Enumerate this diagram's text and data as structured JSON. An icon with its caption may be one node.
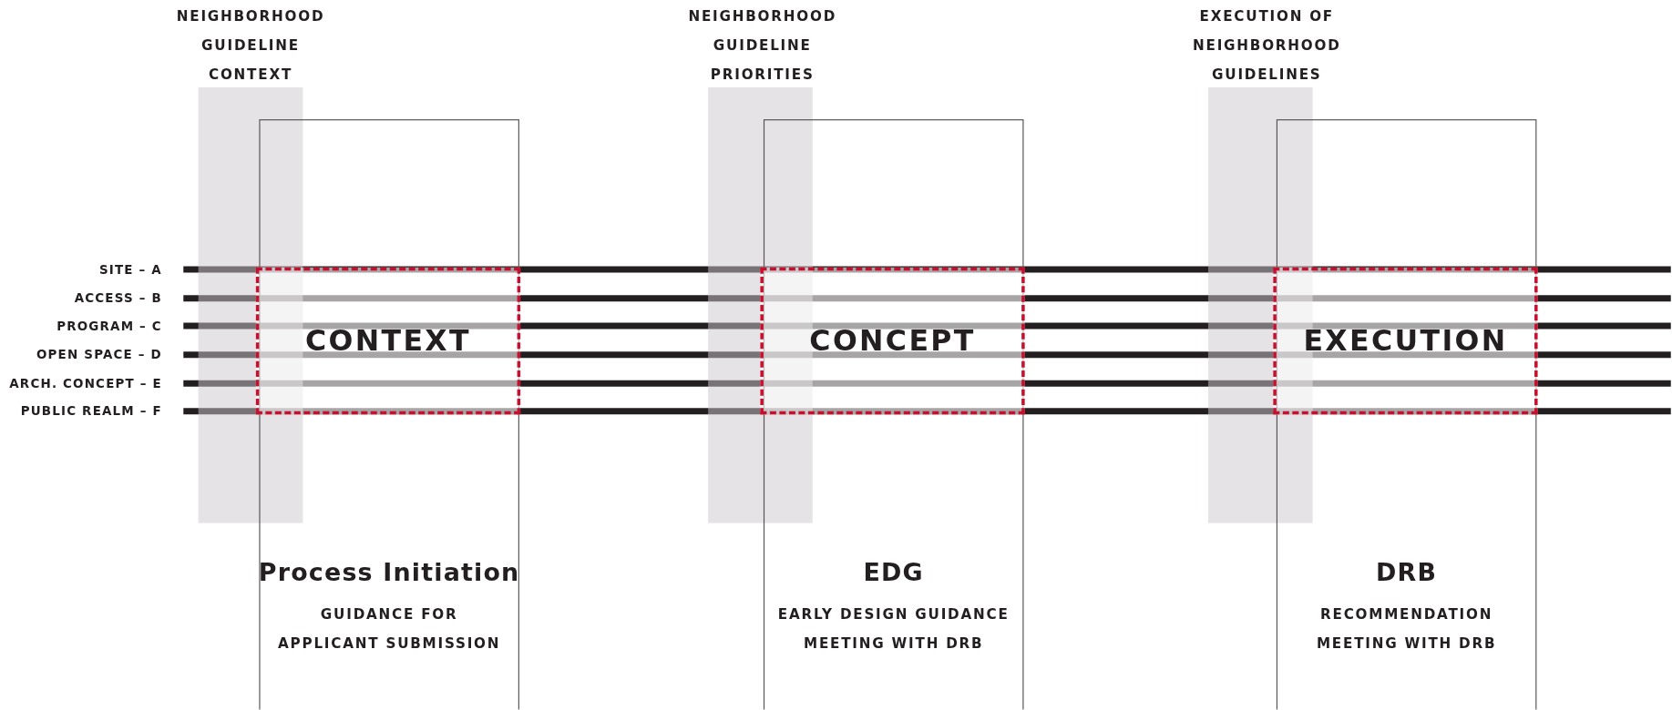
{
  "diagram": {
    "nodes": [
      {
        "text": [
          "NEIGHBORHOOD GUIDELINE CONTEXT"
        ]
      },
      {
        "text": [
          "Process Initiation",
          "GUIDANCE FOR APPLICANT SUBMISSION"
        ]
      },
      {
        "text": [
          "CONTEXT"
        ],
        "in": 1
      },
      {
        "text": [
          "NEIGHBORHOOD GUIDELINE PRIORITIES"
        ]
      },
      {
        "text": [
          "EDG",
          "EARLY DESIGN GUIDANCE MEETING WITH DRB"
        ]
      },
      {
        "text": [
          "CONCEPT"
        ],
        "in": 4
      },
      {
        "text": [
          "EXECUTION OF NEIGHBORHOOD GUIDELINES"
        ]
      },
      {
        "text": [
          "DRB",
          "RECOMMENDATION MEETING WITH DRB"
        ]
      },
      {
        "text": [
          "EXECUTION"
        ],
        "in": 7
      }
    ],
    "edges": [],
    "labels": [
      "SITE – A",
      "ACCESS – B",
      "PROGRAM – C",
      "OPEN SPACE – D",
      "ARCH. CONCEPT – E",
      "PUBLIC REALM – F"
    ]
  }
}
